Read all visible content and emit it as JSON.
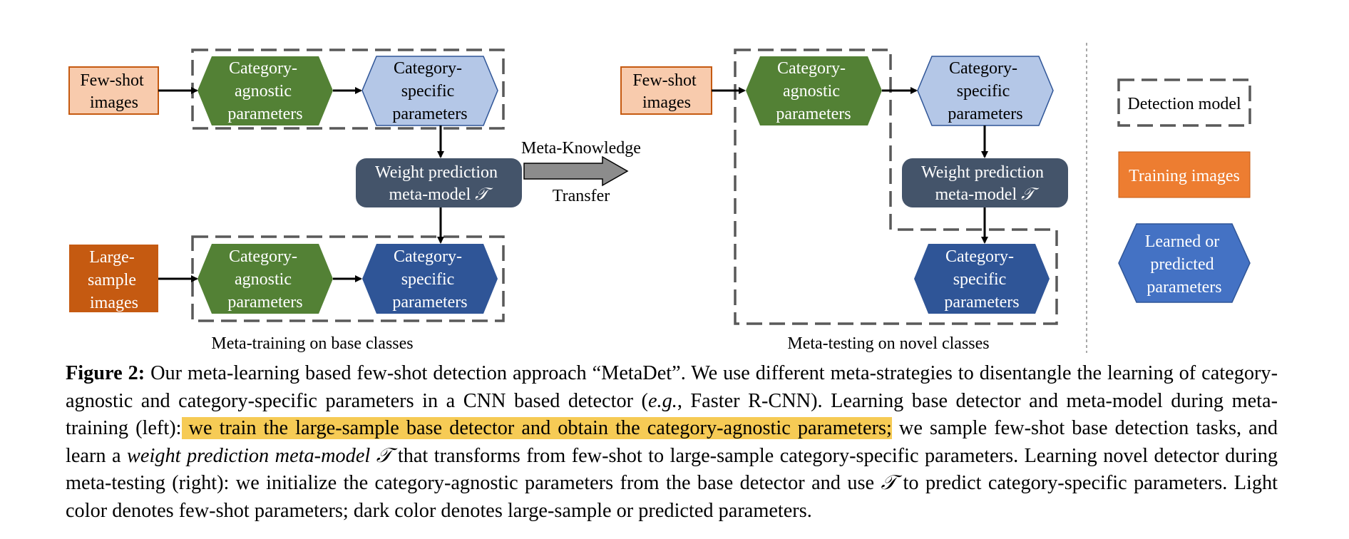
{
  "colors": {
    "few_shot_fill": "#f8cbad",
    "few_shot_stroke": "#c55a11",
    "large_sample_fill": "#c55a11",
    "agnostic_fill": "#538135",
    "specific_light_fill": "#b4c7e7",
    "specific_light_stroke": "#2f5597",
    "specific_dark_fill": "#2f5597",
    "weight_model_fill": "#44546a",
    "legend_training_fill": "#ed7d31",
    "legend_learned_fill": "#4472c4",
    "highlight": "#f6cb55"
  },
  "left": {
    "few_shot": [
      "Few-shot",
      "images"
    ],
    "agnostic_top": [
      "Category-",
      "agnostic",
      "parameters"
    ],
    "specific_top": [
      "Category-",
      "specific",
      "parameters"
    ],
    "weight_model": [
      "Weight prediction",
      "meta-model"
    ],
    "large_sample": [
      "Large-",
      "sample",
      "images"
    ],
    "agnostic_bottom": [
      "Category-",
      "agnostic",
      "parameters"
    ],
    "specific_bottom": [
      "Category-",
      "specific",
      "parameters"
    ],
    "section_label": "Meta-training on base classes"
  },
  "transfer": {
    "top": "Meta-Knowledge",
    "bottom": "Transfer"
  },
  "right": {
    "few_shot": [
      "Few-shot",
      "images"
    ],
    "agnostic": [
      "Category-",
      "agnostic",
      "parameters"
    ],
    "specific_light": [
      "Category-",
      "specific",
      "parameters"
    ],
    "weight_model": [
      "Weight prediction",
      "meta-model"
    ],
    "specific_dark": [
      "Category-",
      "specific",
      "parameters"
    ],
    "section_label": "Meta-testing on novel classes"
  },
  "math_symbol": "𝒯",
  "legend": {
    "detection_model": "Detection model",
    "training_images": "Training images",
    "learned": [
      "Learned or",
      "predicted",
      "parameters"
    ]
  },
  "caption": {
    "label": "Figure 2:",
    "p1": " Our meta-learning based few-shot detection approach “MetaDet”. We use different meta-strategies to disentangle the learning of category-agnostic and category-specific parameters in a CNN based detector (",
    "eg": "e.g.",
    "p2": ", Faster R-CNN). Learning base detector and meta-model during meta-training (left):",
    "highlight": " we train the large-sample base detector and obtain the category-agnostic parameters;",
    "p3": " we sample few-shot base detection tasks, and learn a ",
    "italic": "weight prediction meta-model",
    "symbol": "𝒯",
    "p4": " that transforms from few-shot to large-sample category-specific parameters. Learning novel detector during meta-testing (right): we initialize the category-agnostic parameters from the base detector and use ",
    "p5": " to predict category-specific parameters. Light color denotes few-shot parameters; dark color denotes large-sample or predicted parameters."
  }
}
